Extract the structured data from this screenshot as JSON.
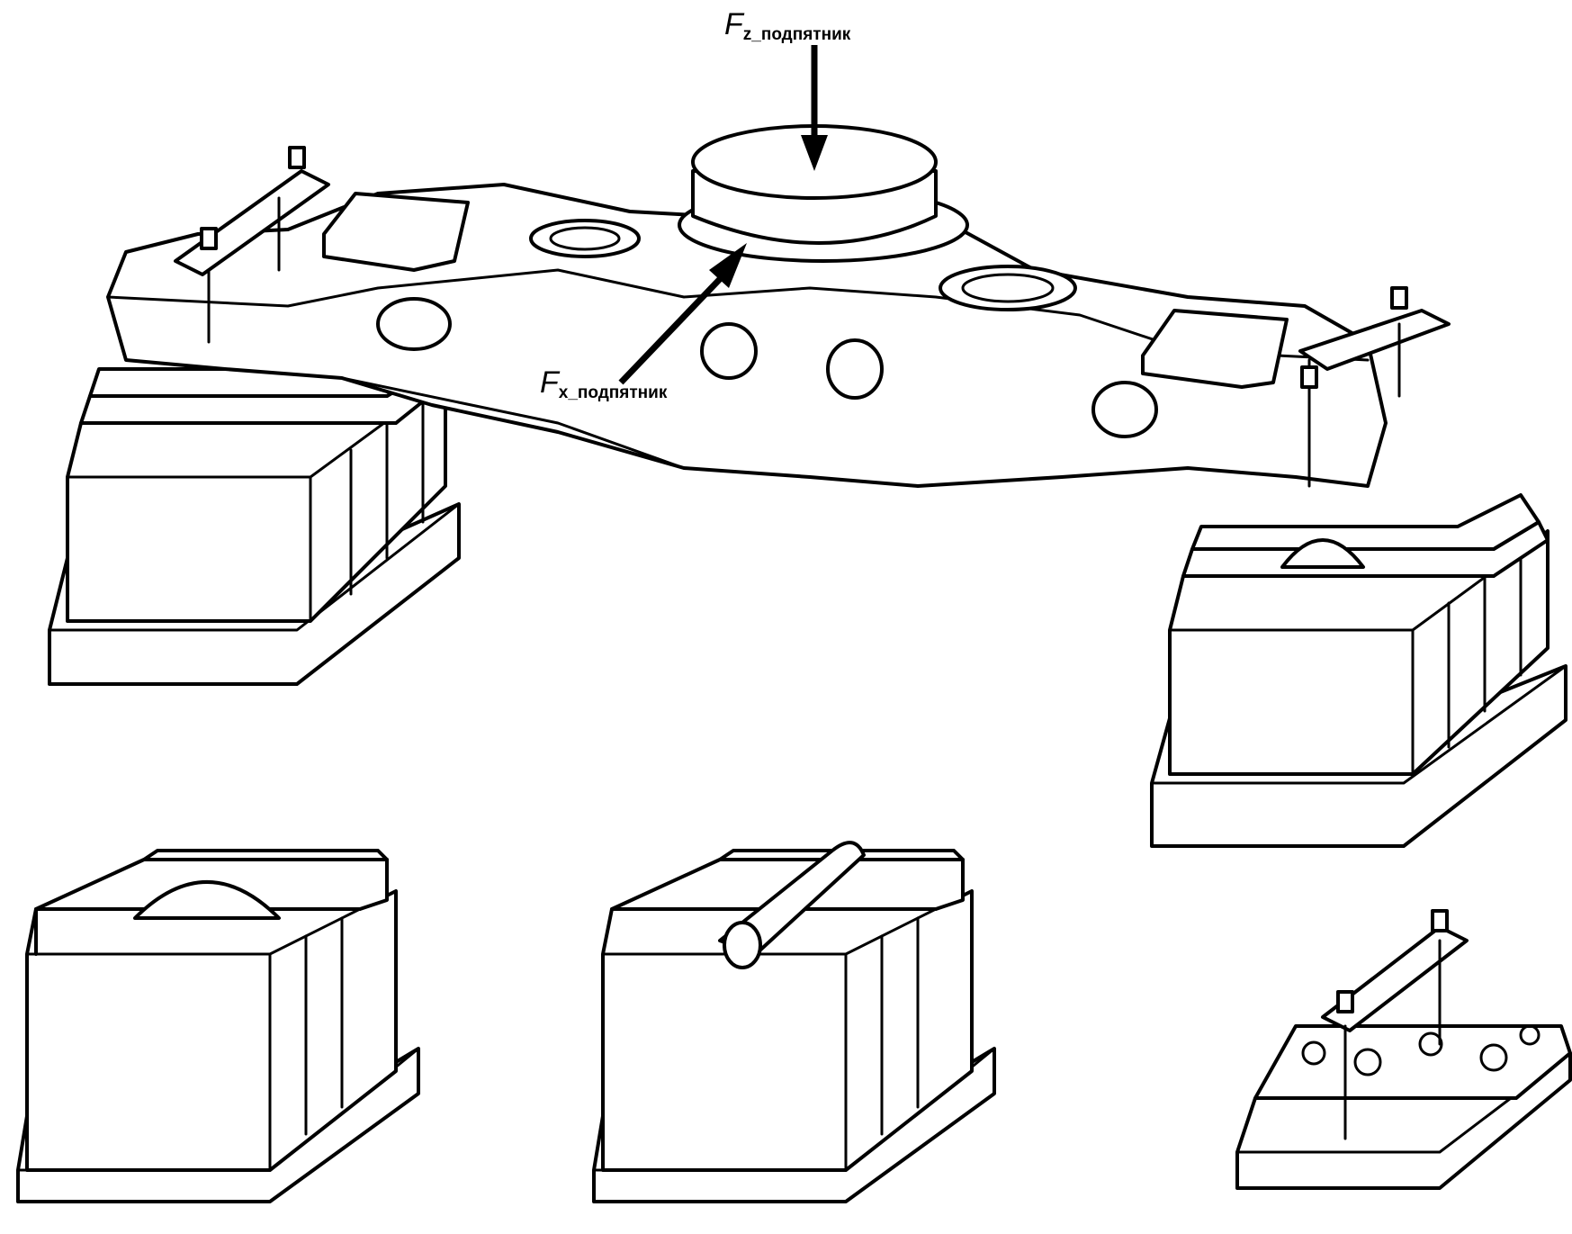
{
  "force_z": {
    "symbol": "F",
    "subscript": "z_подпятник"
  },
  "force_x": {
    "symbol": "F",
    "subscript": "x_подпятник"
  },
  "colors": {
    "line": "#000000",
    "background": "#ffffff"
  }
}
